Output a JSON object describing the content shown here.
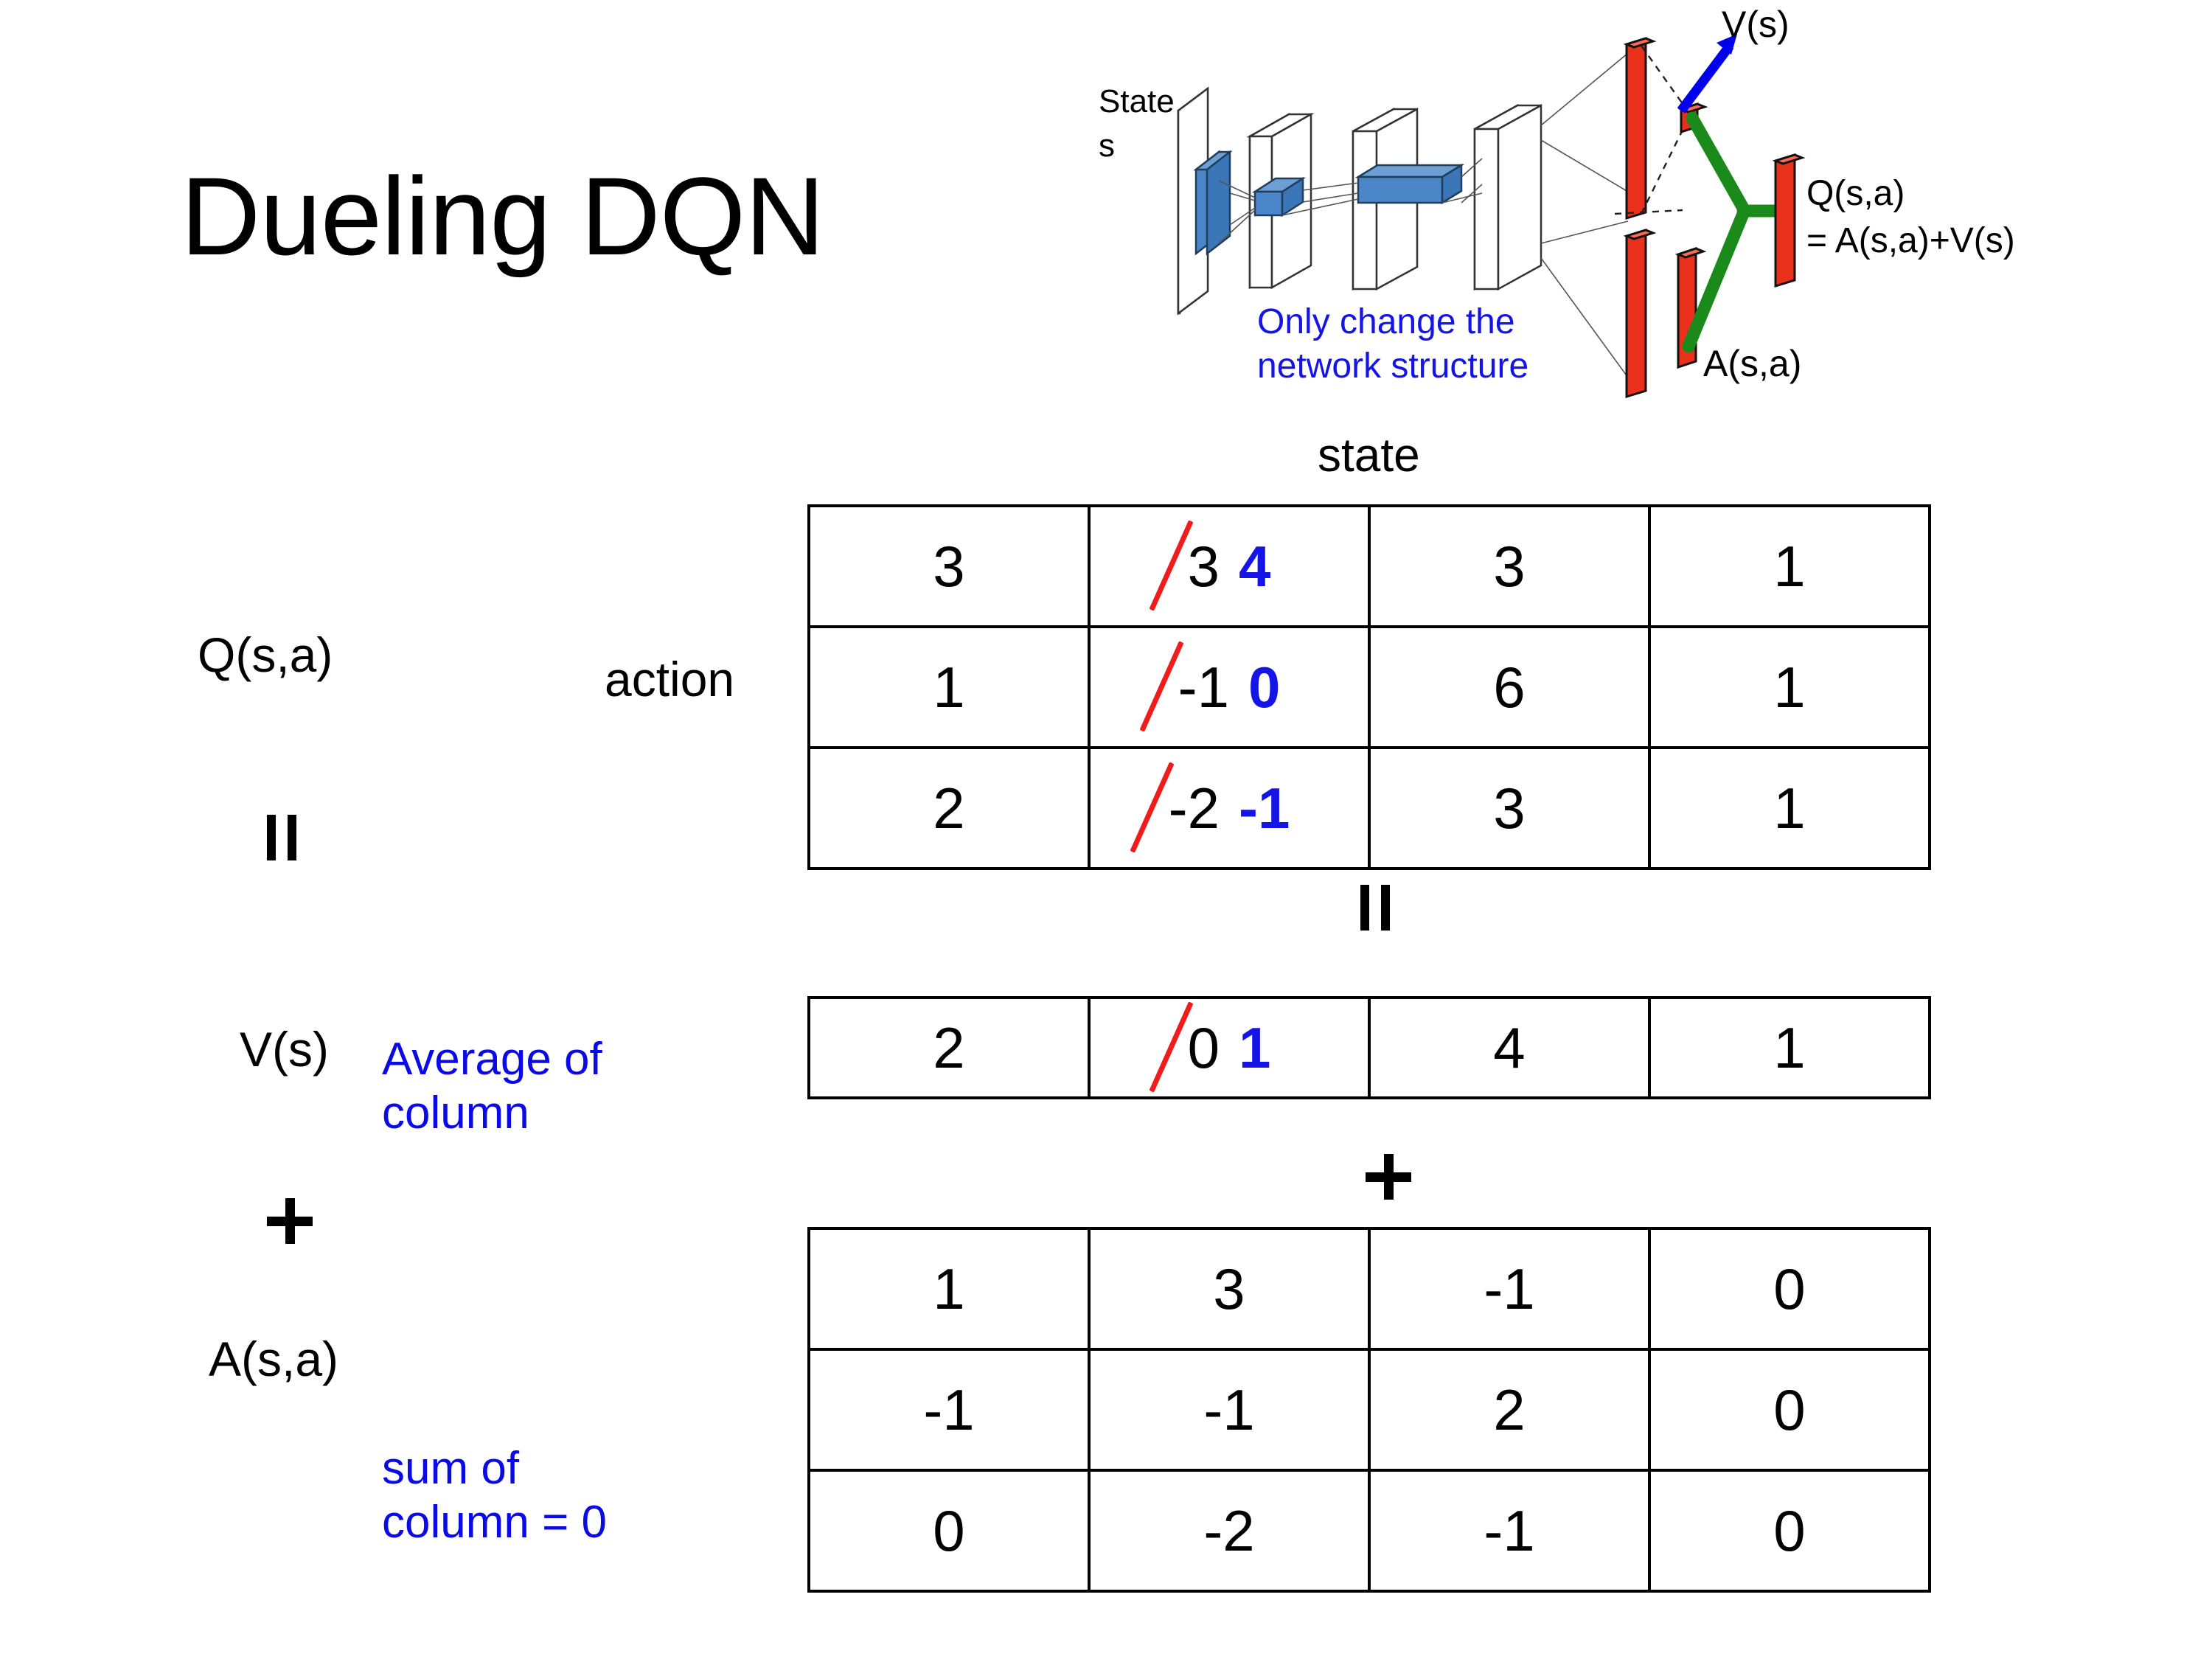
{
  "slide": {
    "title": "Dueling DQN"
  },
  "diagram": {
    "state_label_line1": "State",
    "state_label_line2": "s",
    "note": {
      "line1": "Only change the",
      "line2": "network structure"
    },
    "v_label": "V(s)",
    "a_label": "A(s,a)",
    "q_label_line1": "Q(s,a)",
    "q_label_line2": "= A(s,a)+V(s)",
    "colors": {
      "note_blue": "#1414e6",
      "arrow_blue": "#0000ee",
      "merge_green": "#1a8a1a",
      "output_red": "#e8301b",
      "conv_blue": "#4a86c8"
    }
  },
  "labels": {
    "state_axis": "state",
    "action_axis": "action",
    "q_label": "Q(s,a)",
    "v_label": "V(s)",
    "a_label": "A(s,a)",
    "note_average": {
      "line1": "Average of",
      "line2": "column"
    },
    "note_sum": {
      "line1": "sum of",
      "line2": "column = 0"
    },
    "operator_equals": "=",
    "operator_plus": "+"
  },
  "colors": {
    "blue_note": "#0a0ae6",
    "blue_value": "#1414e6",
    "red_strike": "#f01c1c",
    "border": "#000000"
  },
  "chart_data": {
    "type": "table",
    "title": "Dueling DQN decomposition Q(s,a) = V(s) + A(s,a)",
    "xlabel": "state",
    "ylabel": "action",
    "tables": [
      {
        "name": "Q(s,a)",
        "rows": 3,
        "cols": 4,
        "values": [
          [
            "3",
            "3",
            "3",
            "1"
          ],
          [
            "1",
            "-1",
            "6",
            "1"
          ],
          [
            "2",
            "-2",
            "3",
            "1"
          ]
        ],
        "edits": [
          {
            "row": 0,
            "col": 1,
            "old": "3",
            "new": "4"
          },
          {
            "row": 1,
            "col": 1,
            "old": "-1",
            "new": "0"
          },
          {
            "row": 2,
            "col": 1,
            "old": "-2",
            "new": "-1"
          }
        ]
      },
      {
        "name": "V(s)",
        "rows": 1,
        "cols": 4,
        "values": [
          [
            "2",
            "0",
            "4",
            "1"
          ]
        ],
        "edits": [
          {
            "row": 0,
            "col": 1,
            "old": "0",
            "new": "1"
          }
        ]
      },
      {
        "name": "A(s,a)",
        "rows": 3,
        "cols": 4,
        "values": [
          [
            "1",
            "3",
            "-1",
            "0"
          ],
          [
            "-1",
            "-1",
            "2",
            "0"
          ],
          [
            "0",
            "-2",
            "-1",
            "0"
          ]
        ],
        "edits": []
      }
    ]
  }
}
